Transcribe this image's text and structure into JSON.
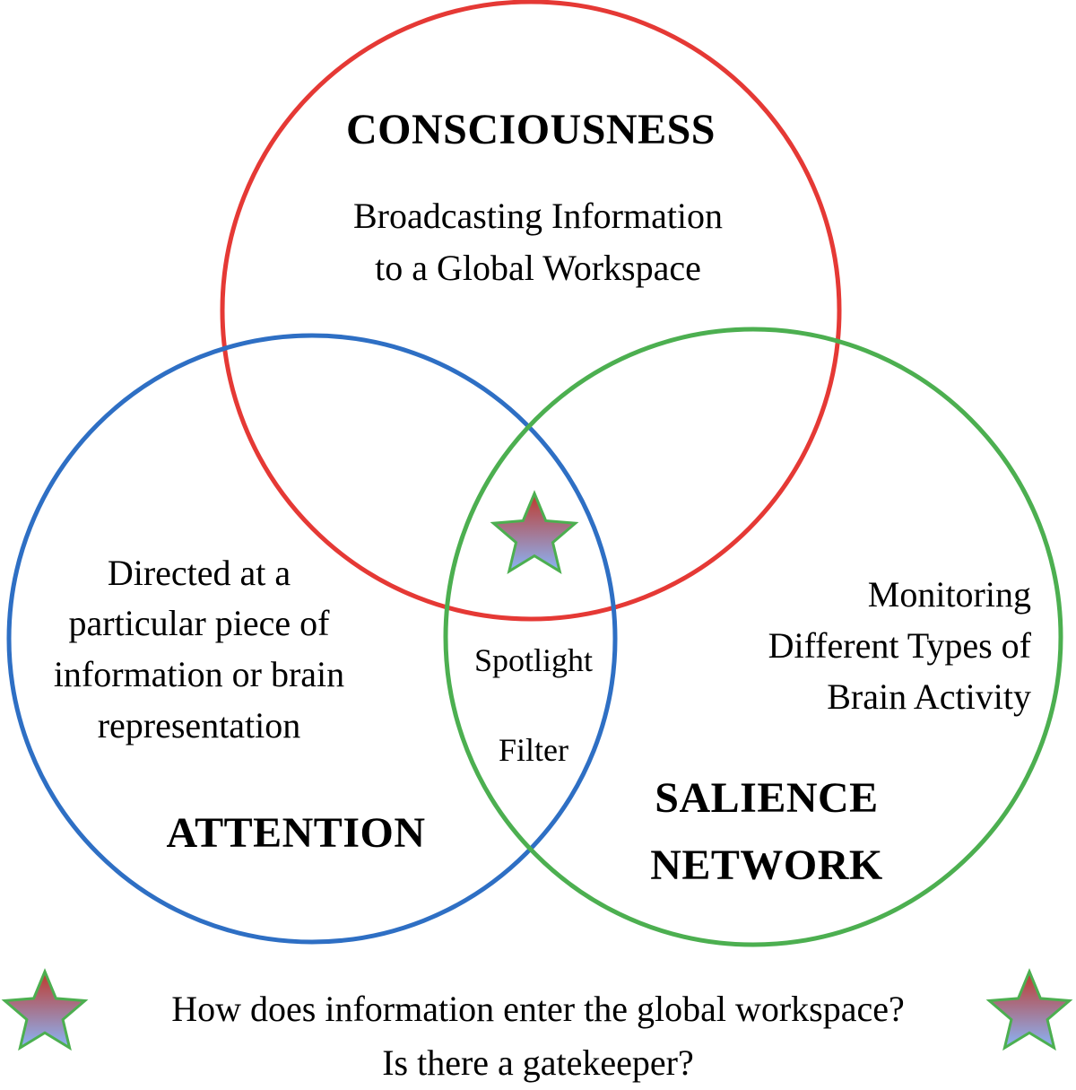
{
  "colors": {
    "consciousness": "#e53935",
    "attention": "#2e6fc4",
    "salience": "#4caf50",
    "star_top": "#c0392b",
    "star_bottom": "#8ab4f8",
    "star_outline": "#4caf50"
  },
  "consciousness": {
    "title": "CONSCIOUSNESS",
    "desc_line1": "Broadcasting Information",
    "desc_line2": "to a Global Workspace"
  },
  "attention": {
    "title": "ATTENTION",
    "desc_line1": "Directed at a",
    "desc_line2": "particular piece of",
    "desc_line3": "information or brain",
    "desc_line4": "representation"
  },
  "salience": {
    "title_line1": "SALIENCE",
    "title_line2": "NETWORK",
    "desc_line1": "Monitoring",
    "desc_line2": "Different Types of",
    "desc_line3": "Brain Activity"
  },
  "overlap": {
    "label1": "Spotlight",
    "label2": "Filter"
  },
  "question": {
    "line1": "How does information enter the global workspace?",
    "line2": "Is there a gatekeeper?"
  },
  "icons": {
    "center_star": "star-icon",
    "left_star": "star-icon",
    "right_star": "star-icon"
  }
}
